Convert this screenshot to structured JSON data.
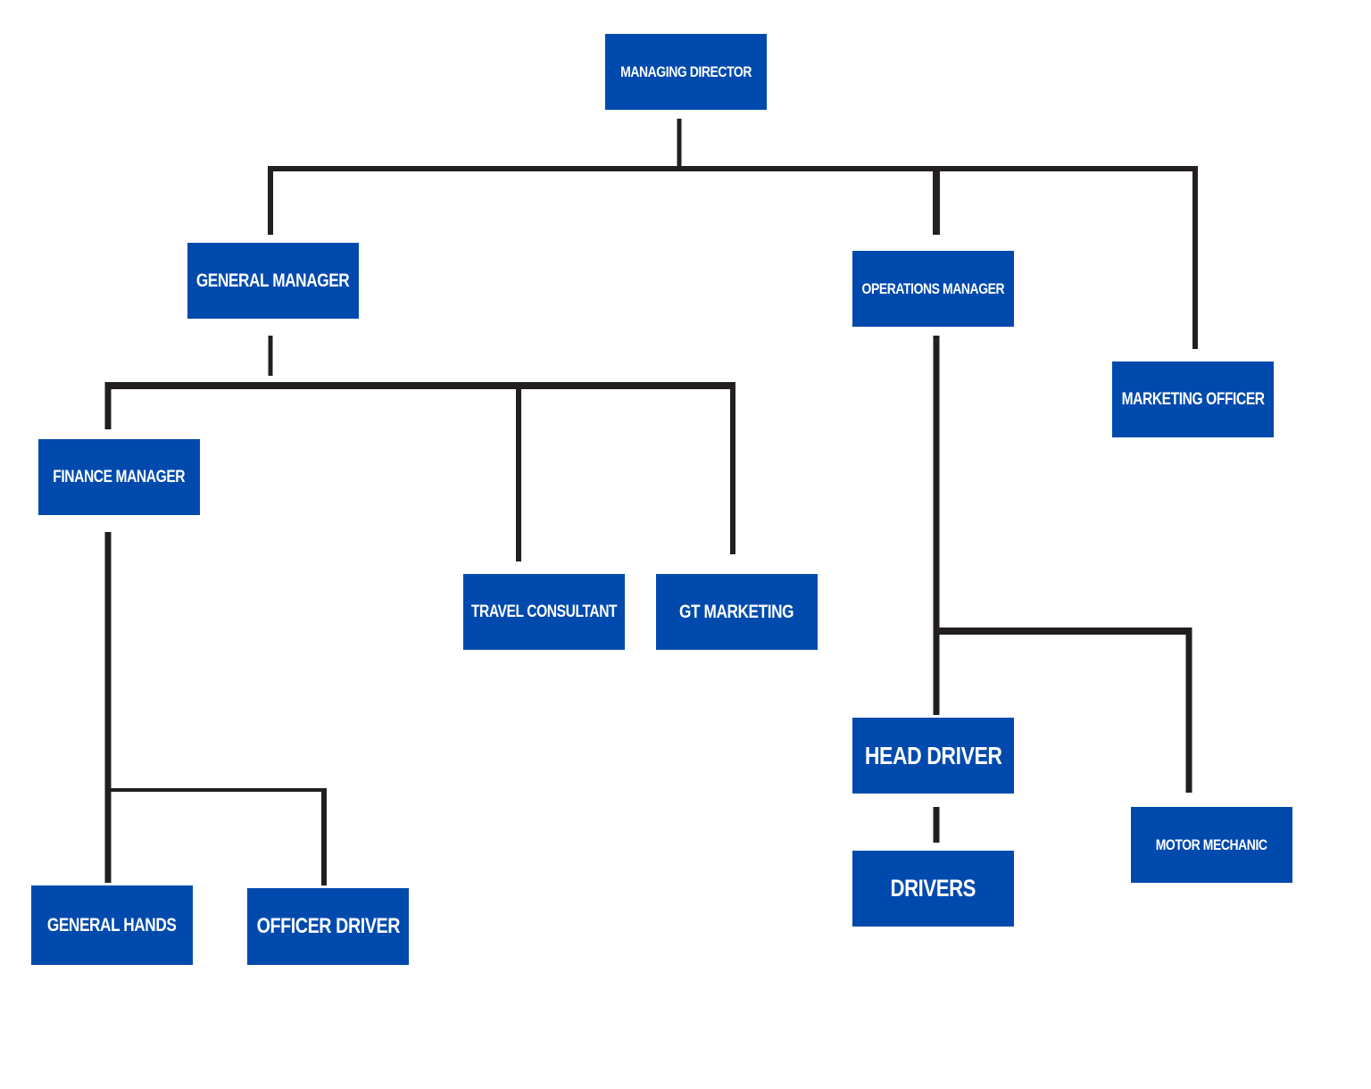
{
  "org_chart": {
    "nodes": {
      "managing_director": "MANAGING DIRECTOR",
      "general_manager": "GENERAL MANAGER",
      "operations_manager": "OPERATIONS MANAGER",
      "marketing_officer": "MARKETING OFFICER",
      "finance_manager": "FINANCE MANAGER",
      "travel_consultant": "TRAVEL CONSULTANT",
      "gt_marketing": "GT MARKETING",
      "head_driver": "HEAD DRIVER",
      "drivers": "DRIVERS",
      "motor_mechanic": "MOTOR MECHANIC",
      "general_hands": "GENERAL HANDS",
      "officer_driver": "OFFICER DRIVER"
    },
    "colors": {
      "box_fill": "#004aad",
      "box_text": "#ffffff",
      "connector": "#231f20"
    }
  }
}
